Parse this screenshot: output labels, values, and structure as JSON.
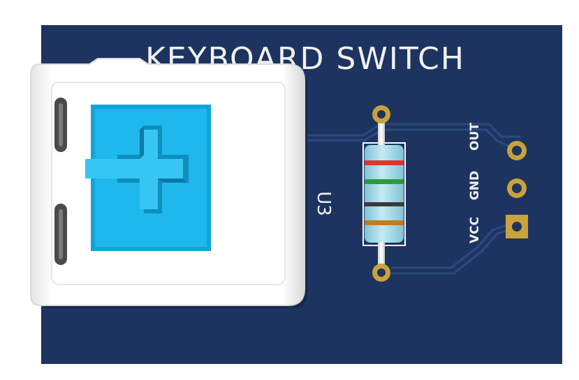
{
  "board": {
    "title": "KEYBOARD SWITCH",
    "designator": "U3",
    "pins": [
      "OUT",
      "GND",
      "VCC"
    ]
  },
  "colors": {
    "pcb": "#1d3461",
    "trace": "#2b4a80",
    "silkscreen": "#f2f2f2",
    "copper_pad": "#c9a23a",
    "keycap": "#ffffff",
    "stem": "#1ab2e6",
    "resistor_body": "#a8dbe8",
    "bands": [
      "#e0352b",
      "#2a9c3b",
      "#3a3a3a",
      "#c47b1a"
    ]
  },
  "icons": {
    "switch": "cherry-mx-switch-icon",
    "resistor": "axial-resistor-icon",
    "header": "pin-header-icon"
  }
}
